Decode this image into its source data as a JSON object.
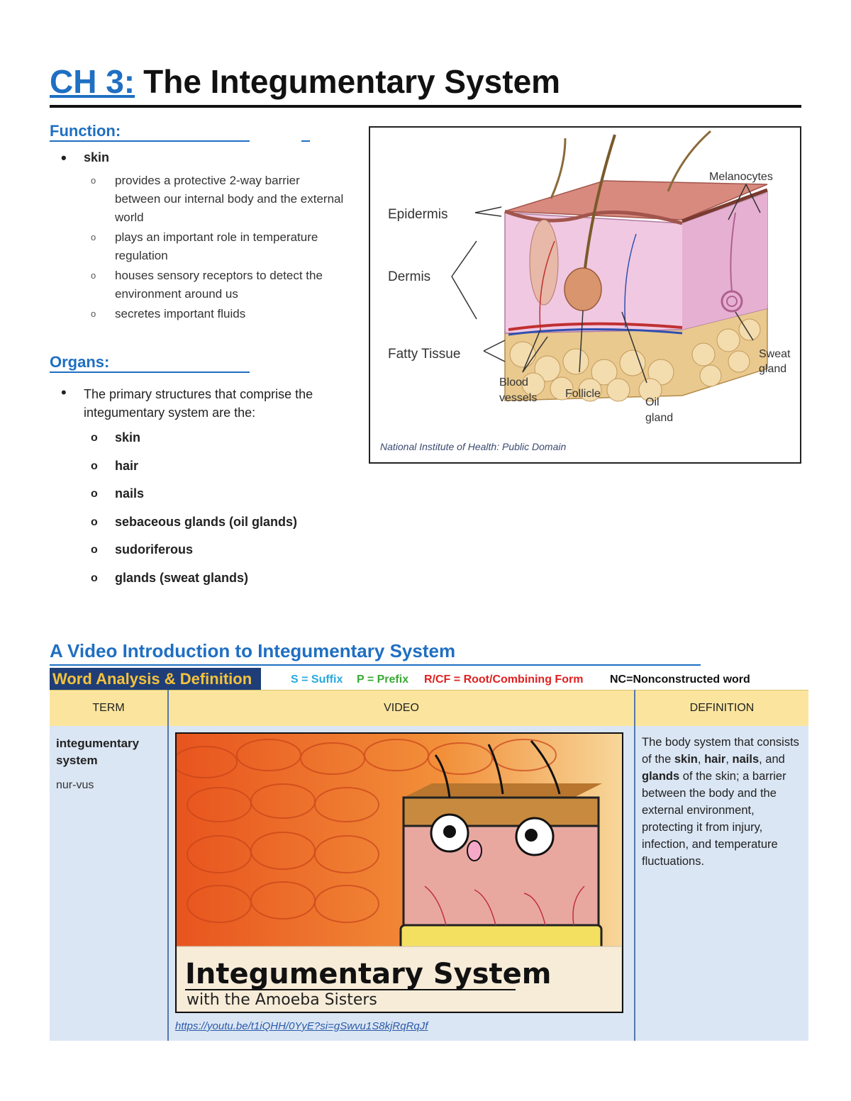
{
  "title": {
    "chapter": "CH 3:",
    "main": "The Integumentary System"
  },
  "function": {
    "heading": "Function:",
    "bullet": "skin",
    "sub_items": [
      "provides a protective 2-way barrier between our internal body and the external world",
      "plays an important role in temperature regulation",
      "houses sensory receptors to detect the environment around us",
      "secretes important fluids"
    ]
  },
  "organs": {
    "heading": "Organs:",
    "intro": "The primary structures that comprise the integumentary system are the:",
    "items": [
      "skin",
      "hair",
      "nails",
      "sebaceous glands (oil glands)",
      "sudoriferous",
      "glands (sweat glands)"
    ]
  },
  "figure": {
    "labels": {
      "epidermis": "Epidermis",
      "dermis": "Dermis",
      "fatty": "Fatty Tissue",
      "melanocytes": "Melanocytes",
      "sweat1": "Sweat",
      "sweat2": "gland",
      "blood1": "Blood",
      "blood2": "vessels",
      "follicle": "Follicle",
      "oil1": "Oil",
      "oil2": "gland"
    },
    "caption": "National Institute of Health: Public Domain"
  },
  "video_section": {
    "title": "A Video Introduction to Integumentary System",
    "word_analysis": "Word Analysis & Definition",
    "legend": {
      "suffix": "S = Suffix",
      "prefix": "P = Prefix",
      "root": "R/CF = Root/Combining Form",
      "nc": "NC=Nonconstructed word"
    },
    "colors": {
      "suffix": "#2aa8e0",
      "prefix": "#3aaa35",
      "root": "#e02020",
      "nc": "#111111"
    },
    "table": {
      "headers": {
        "term": "TERM",
        "video": "VIDEO",
        "definition": "DEFINITION"
      },
      "term_line1": "integumentary",
      "term_line2": "system",
      "pronunciation": "nur-vus",
      "thumb_title": "Integumentary System",
      "thumb_sub": "with the Amoeba Sisters",
      "url": "https://youtu.be/t1iQHH/0YyE?si=gSwvu1S8kjRqRqJf",
      "definition": {
        "p1": "The body system that consists of the ",
        "skin": "skin",
        "p2": ", ",
        "hair": "hair",
        "p3": ", ",
        "nails": "nails",
        "p4": ", and ",
        "glands": "glands",
        "p5": " of the skin; a barrier between the body and the external environment, protecting it from injury, infection, and temperature fluctuations."
      }
    }
  }
}
